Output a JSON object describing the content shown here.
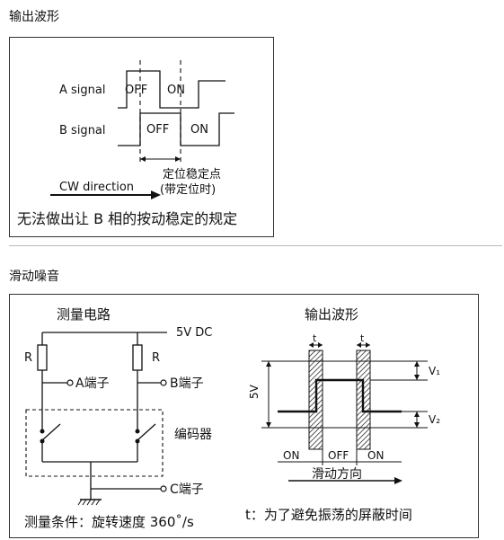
{
  "section1": {
    "title": "输出波形",
    "a_signal": "A signal",
    "b_signal": "B signal",
    "a_off": "OFF",
    "a_on": "ON",
    "b_off": "OFF",
    "b_on": "ON",
    "cw_direction": "CW direction",
    "stable_point": "定位稳定点",
    "stable_point_note": "(带定位时)",
    "caption": "无法做出让 B 相的按动稳定的规定"
  },
  "section2": {
    "title": "滑动噪音",
    "circuit_title": "测量电路",
    "vdc": "5V DC",
    "r_left": "R",
    "r_right": "R",
    "a_terminal": "A端子",
    "b_terminal": "B端子",
    "encoder": "编码器",
    "c_terminal": "C端子",
    "condition": "测量条件：旋转速度 360˚/s",
    "waveform_title": "输出波形",
    "t_left": "t",
    "t_right": "t",
    "v1": "V₁",
    "v2": "V₂",
    "five_v": "5V",
    "on_left": "ON",
    "off_mid": "OFF",
    "on_right": "ON",
    "slide_direction": "滑动方向",
    "t_note": "t：为了避免振荡的屏蔽时间"
  }
}
